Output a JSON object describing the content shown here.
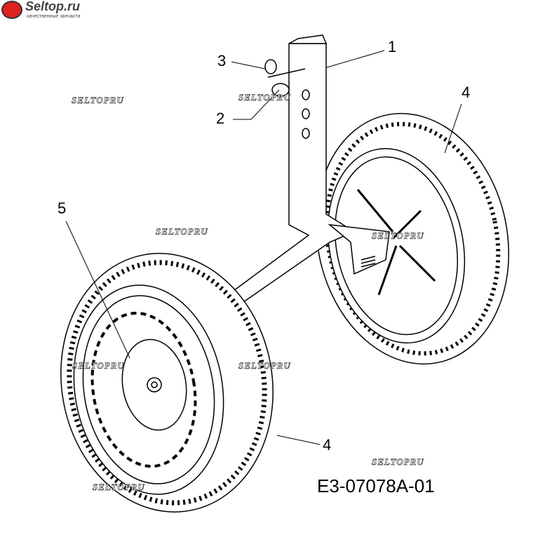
{
  "logo": {
    "name": "Seltop.ru",
    "tagline": "качественные запчасти"
  },
  "watermark": "SELTOPRU",
  "callouts": [
    "1",
    "2",
    "3",
    "4",
    "4",
    "5"
  ],
  "part_code": "E3-07078A-01"
}
